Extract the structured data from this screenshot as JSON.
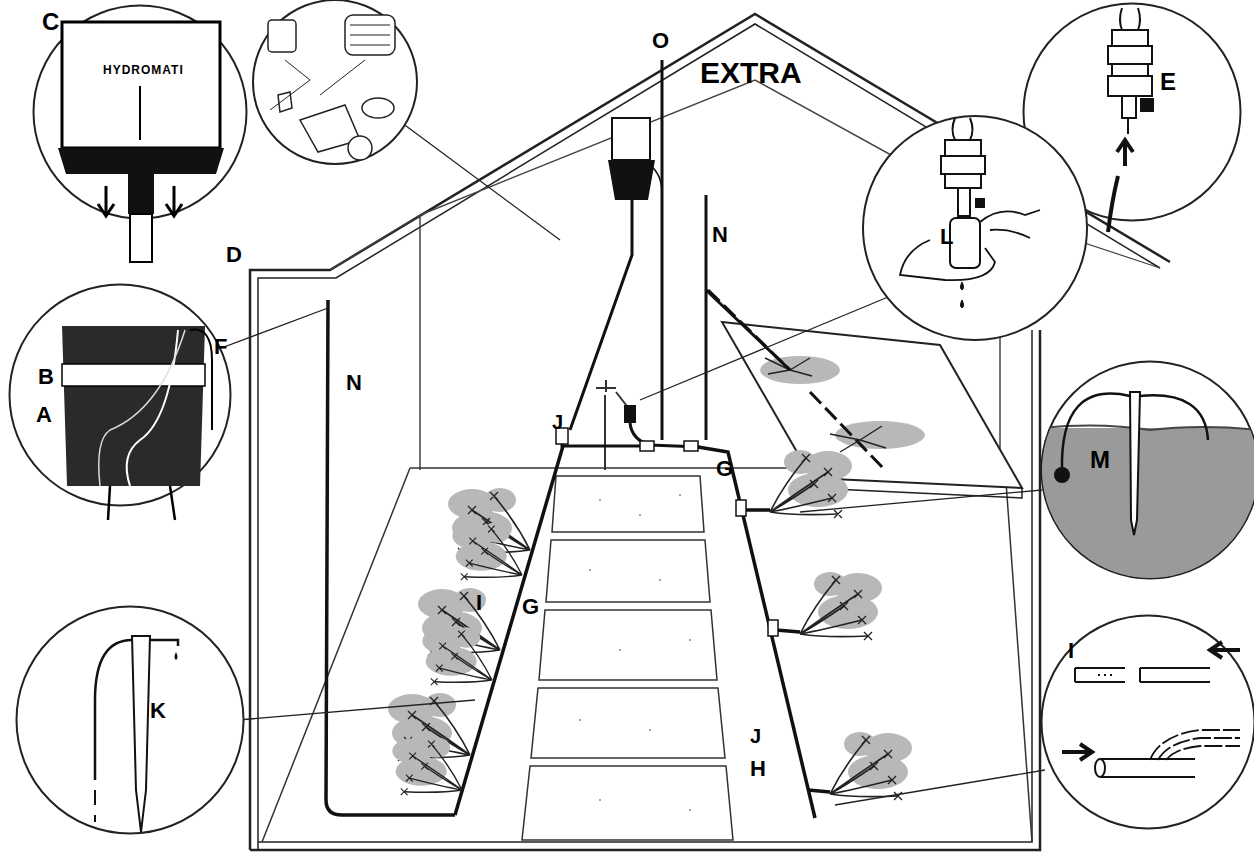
{
  "diagram": {
    "nodes": [
      {
        "text": [
          "C",
          "HYDROMATI"
        ]
      },
      {
        "text": [
          "E"
        ]
      },
      {
        "text": [
          "L"
        ]
      },
      {
        "text": [
          "B",
          "F",
          "A"
        ]
      },
      {
        "text": [
          "M"
        ]
      },
      {
        "text": [
          "K"
        ]
      },
      {
        "text": [
          "I"
        ]
      }
    ],
    "labels": [
      "D",
      "N",
      "N",
      "O",
      "EXTRA",
      "J",
      "J",
      "G",
      "G",
      "H",
      "I"
    ]
  }
}
